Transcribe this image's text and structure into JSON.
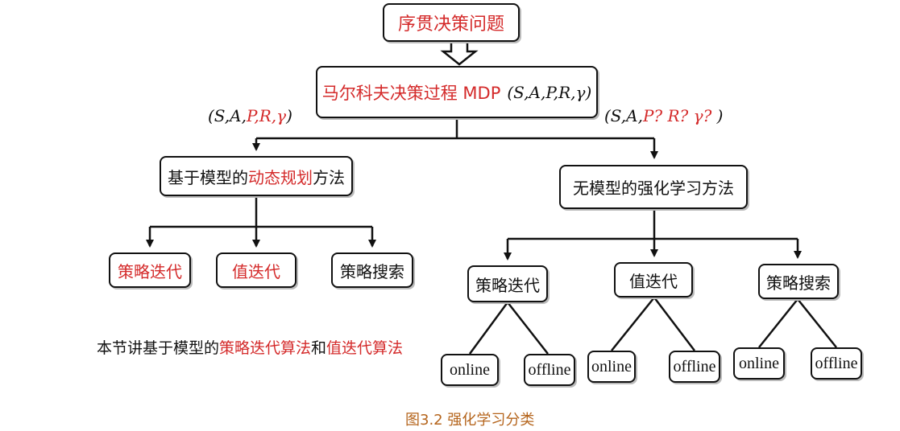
{
  "top": "序贯决策问题",
  "mdp": {
    "label": "马尔科夫决策过程 MDP",
    "tuple": "(S,A,P,R,γ)"
  },
  "left_tuple": {
    "open": "(S,A,",
    "known": "P,R,γ",
    "close": ")"
  },
  "right_tuple": {
    "open": "(S,A,",
    "unknown": "P? R? γ?",
    "close": " )"
  },
  "model_based": {
    "prefix": "基于模型的",
    "highlight": "动态规划",
    "suffix": "方法"
  },
  "model_free": "无模型的强化学习方法",
  "left_children": [
    "策略迭代",
    "值迭代",
    "策略搜索"
  ],
  "right_children": [
    "策略迭代",
    "值迭代",
    "策略搜索"
  ],
  "modes": {
    "online": "online",
    "offline": "offline"
  },
  "note": {
    "p1": "本节讲基于模型的",
    "h1": "策略迭代算法",
    "p2": "和",
    "h2": "值迭代算法"
  },
  "caption": "图3.2 强化学习分类",
  "colors": {
    "highlight": "#d42a2a",
    "caption": "#b5651d"
  }
}
